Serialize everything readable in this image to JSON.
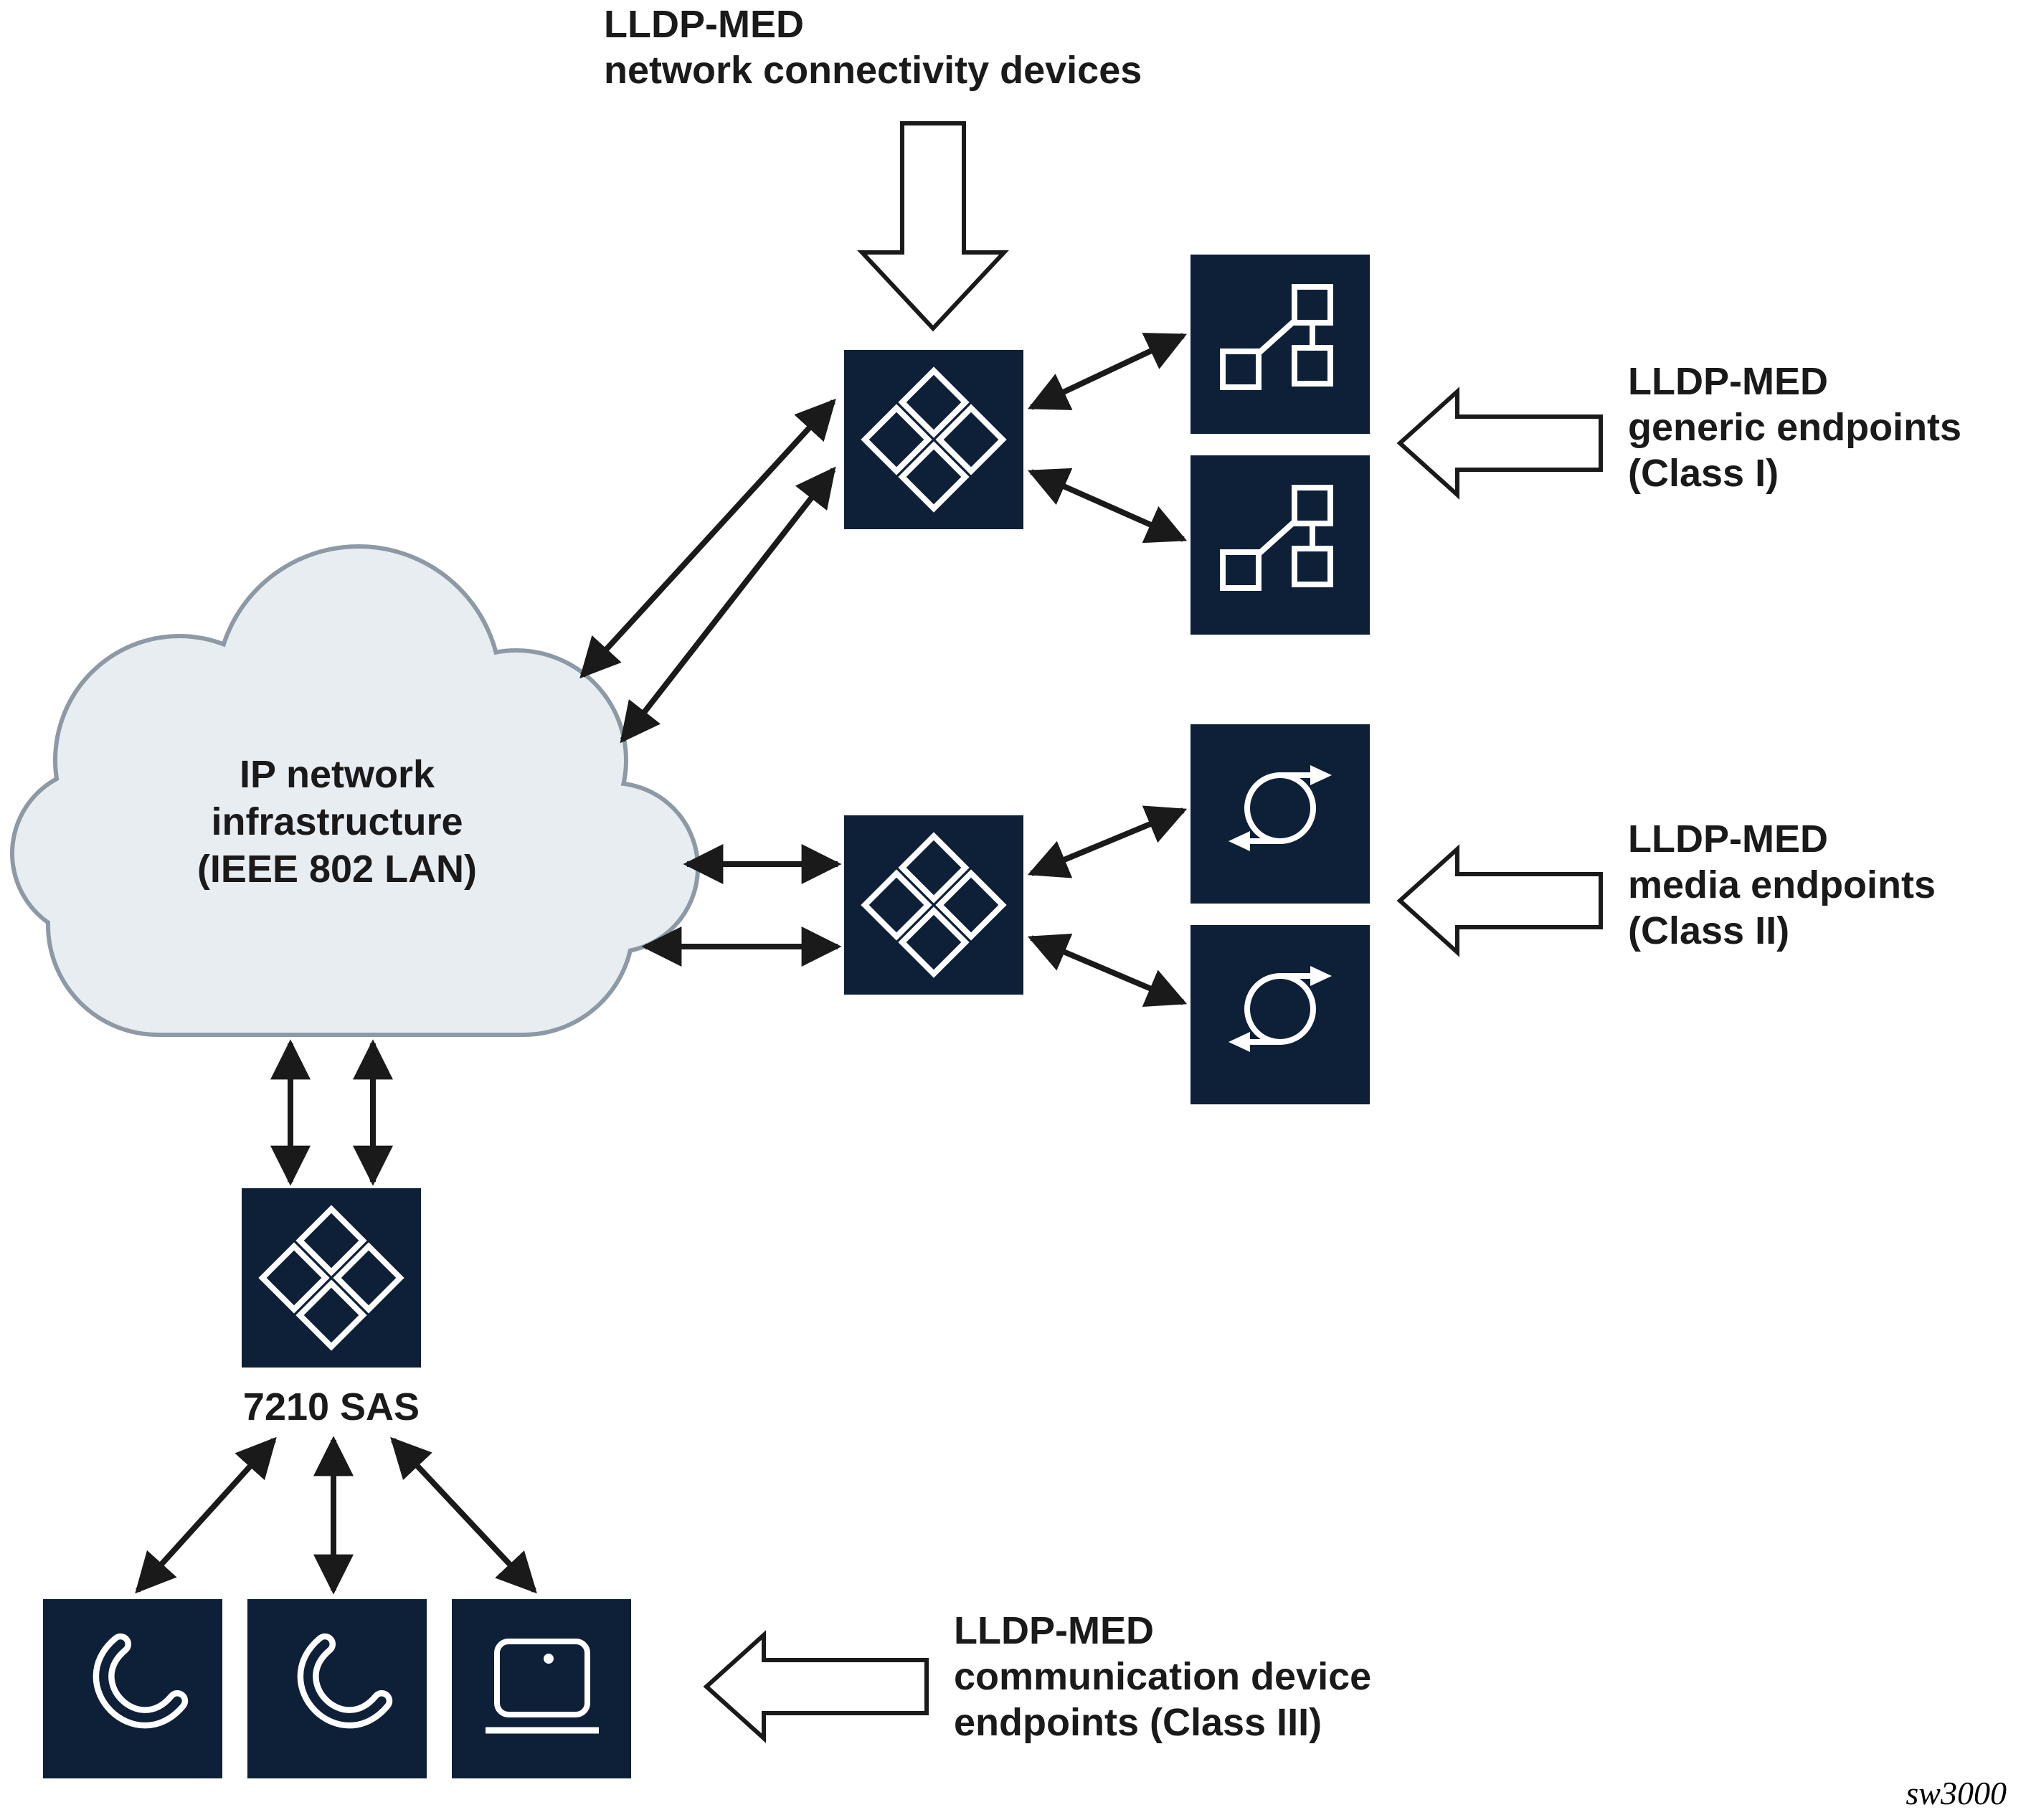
{
  "diagram": {
    "title": {
      "lines": [
        "LLDP-MED",
        "network connectivity devices"
      ]
    },
    "cloud": {
      "lines": [
        "IP network",
        "infrastructure",
        "(IEEE 802 LAN)"
      ]
    },
    "generic_endpoints": {
      "lines": [
        "LLDP-MED",
        "generic endpoints",
        "(Class I)"
      ]
    },
    "media_endpoints": {
      "lines": [
        "LLDP-MED",
        "media endpoints",
        "(Class II)"
      ]
    },
    "comm_endpoints": {
      "lines": [
        "LLDP-MED",
        "communication device",
        "endpoints (Class III)"
      ]
    },
    "switch_label": "7210 SAS",
    "figure_id": "sw3000"
  },
  "icons": {
    "switch": "diamond-cluster",
    "generic_endpoint": "connected-nodes",
    "media_endpoint": "sync-loop",
    "phone": "handset",
    "laptop": "laptop-screen"
  },
  "colors": {
    "device_box": "#0e2038",
    "icon_stroke": "#ffffff",
    "cloud_fill": "#e8edf2",
    "cloud_stroke": "#8d99a5",
    "arrow": "#1a1a1a",
    "block_arrow_fill": "#ffffff",
    "block_arrow_stroke": "#1a1a1a"
  }
}
